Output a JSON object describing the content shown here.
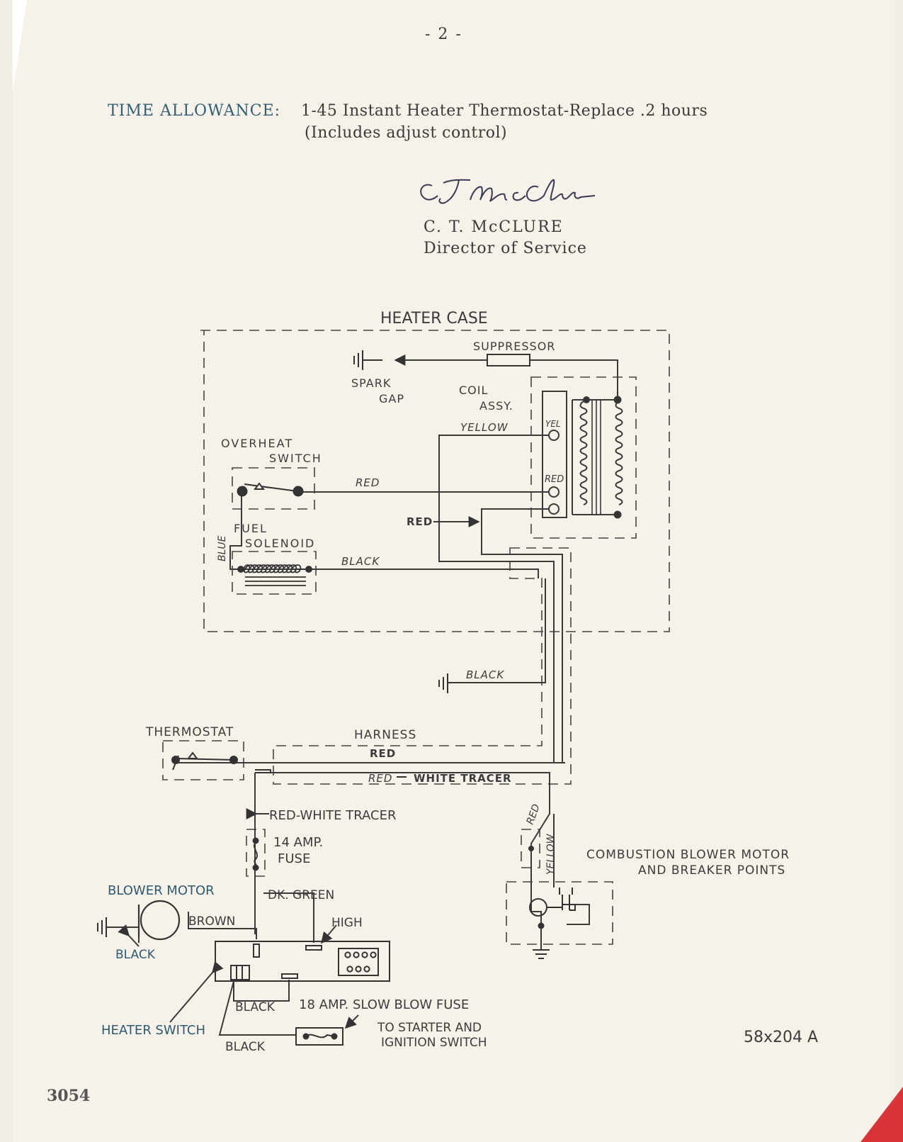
{
  "page_number": "- 2 -",
  "time_allowance": {
    "label": "TIME ALLOWANCE:",
    "text": "1-45 Instant Heater Thermostat-Replace .2 hours",
    "note": "(Includes adjust control)"
  },
  "signature": {
    "name": "C. T. McCLURE",
    "title": "Director of Service"
  },
  "form_number": "3054",
  "diagram": {
    "title": "HEATER CASE",
    "drawing_number": "58x204 A",
    "labels": {
      "suppressor": "SUPPRESSOR",
      "spark": "SPARK",
      "gap": "GAP",
      "coil": "COIL",
      "assy": "ASSY.",
      "yellow": "YELLOW",
      "yel": "YEL",
      "red_coil": "RED",
      "overheat": "OVERHEAT",
      "switch": "SWITCH",
      "red_top": "RED",
      "red_mid": "RED",
      "fuel": "FUEL",
      "solenoid": "SOLENOID",
      "blue": "BLUE",
      "black_sol": "BLACK",
      "black_ground": "BLACK",
      "thermostat": "THERMOSTAT",
      "harness": "HARNESS",
      "harness_red": "RED",
      "red_white_1": "RED",
      "red_white_2": "WHITE TRACER",
      "red_white_tracer": "RED-WHITE TRACER",
      "fuse_14a": "14 AMP.",
      "fuse_14b": "FUSE",
      "red_diag": "RED",
      "yellow_vert": "YELLOW",
      "combustion_1": "COMBUSTION BLOWER MOTOR",
      "combustion_2": "AND BREAKER POINTS",
      "blower_motor": "BLOWER MOTOR",
      "black_motor": "BLACK",
      "brown": "BROWN",
      "dk_green": "DK. GREEN",
      "high": "HIGH",
      "black_switch": "BLACK",
      "slow_blow": "18 AMP. SLOW BLOW FUSE",
      "heater_switch": "HEATER SWITCH",
      "black_bottom": "BLACK",
      "starter_1": "TO STARTER AND",
      "starter_2": "IGNITION SWITCH"
    }
  }
}
